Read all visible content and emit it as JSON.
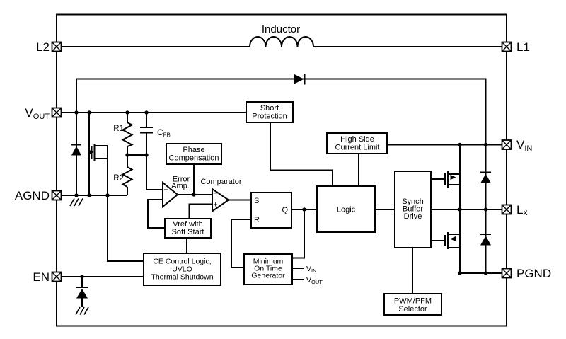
{
  "pins": {
    "l2": "L2",
    "l1": "L1",
    "vout": {
      "main": "V",
      "sub": "OUT"
    },
    "agnd": "AGND",
    "en": "EN",
    "vin": {
      "main": "V",
      "sub": "IN"
    },
    "lx": {
      "main": "L",
      "sub": "x"
    },
    "pgnd": "PGND"
  },
  "labels": {
    "inductor": "Inductor",
    "r1": "R1",
    "r2": "R2",
    "cfb": {
      "main": "C",
      "sub": "FB"
    },
    "error_amp": {
      "line1": "Error",
      "line2": "Amp."
    },
    "comparator": "Comparator",
    "plus": "+",
    "minus": "−",
    "vin_signal": {
      "main": "V",
      "sub": "IN"
    },
    "vout_signal": {
      "main": "V",
      "sub": "OUT"
    }
  },
  "blocks": {
    "short_protection": {
      "line1": "Short",
      "line2": "Protection"
    },
    "phase_compensation": {
      "line1": "Phase",
      "line2": "Compensation"
    },
    "high_side_current_limit": {
      "line1": "High Side",
      "line2": "Current Limit"
    },
    "vref_soft_start": {
      "line1": "Vref with",
      "line2": "Soft Start"
    },
    "ce_control": {
      "line1": "CE Control Logic,",
      "line2": "UVLO",
      "line3": "Thermal Shutdown"
    },
    "minimum_on_time": {
      "line1": "Minimum",
      "line2": "On Time",
      "line3": "Generator"
    },
    "logic": "Logic",
    "synch_buffer_drive": {
      "line1": "Synch",
      "line2": "Buffer",
      "line3": "Drive"
    },
    "pwm_pfm_selector": {
      "line1": "PWM/PFM",
      "line2": "Selector"
    },
    "sr_latch": {
      "s": "S",
      "r": "R",
      "q": "Q"
    }
  },
  "colors": {
    "line": "#000000",
    "background": "#ffffff"
  }
}
